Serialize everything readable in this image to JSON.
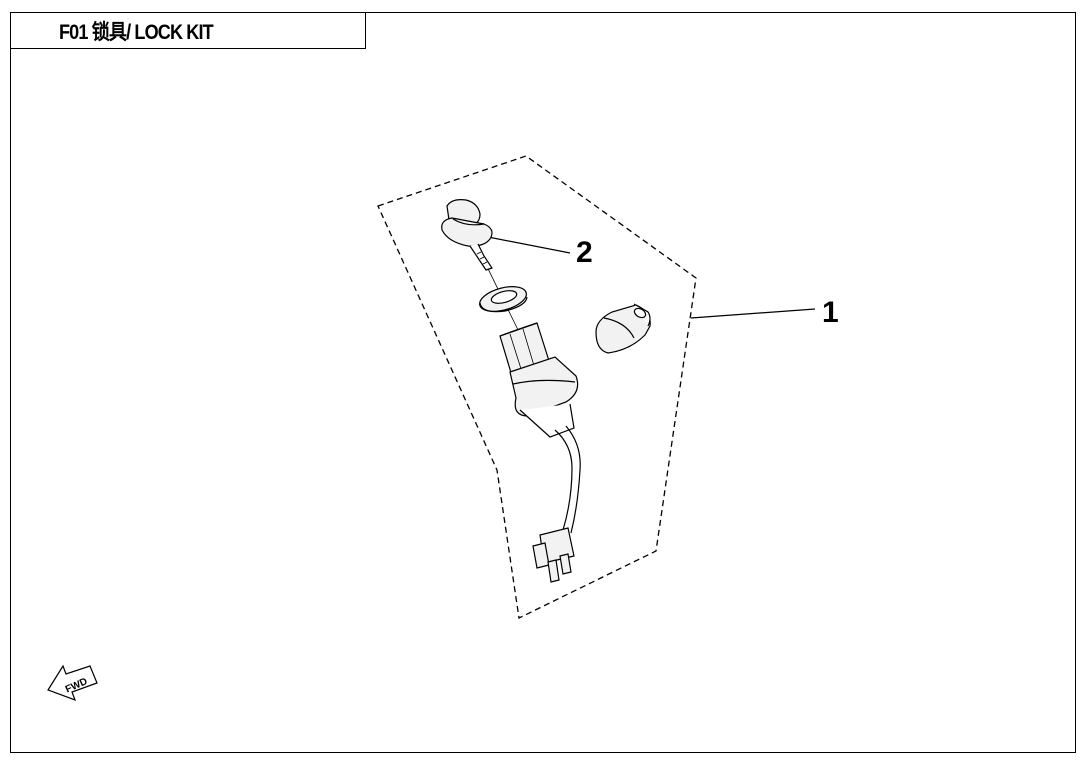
{
  "header": {
    "title": "F01 锁具/ LOCK KIT"
  },
  "callouts": {
    "part_1": "1",
    "part_2": "2"
  },
  "direction_marker": {
    "label": "FWD",
    "icon": "forward-arrow-icon"
  },
  "colors": {
    "line": "#000000",
    "background": "#ffffff",
    "part_fill": "#f2f2f2"
  }
}
